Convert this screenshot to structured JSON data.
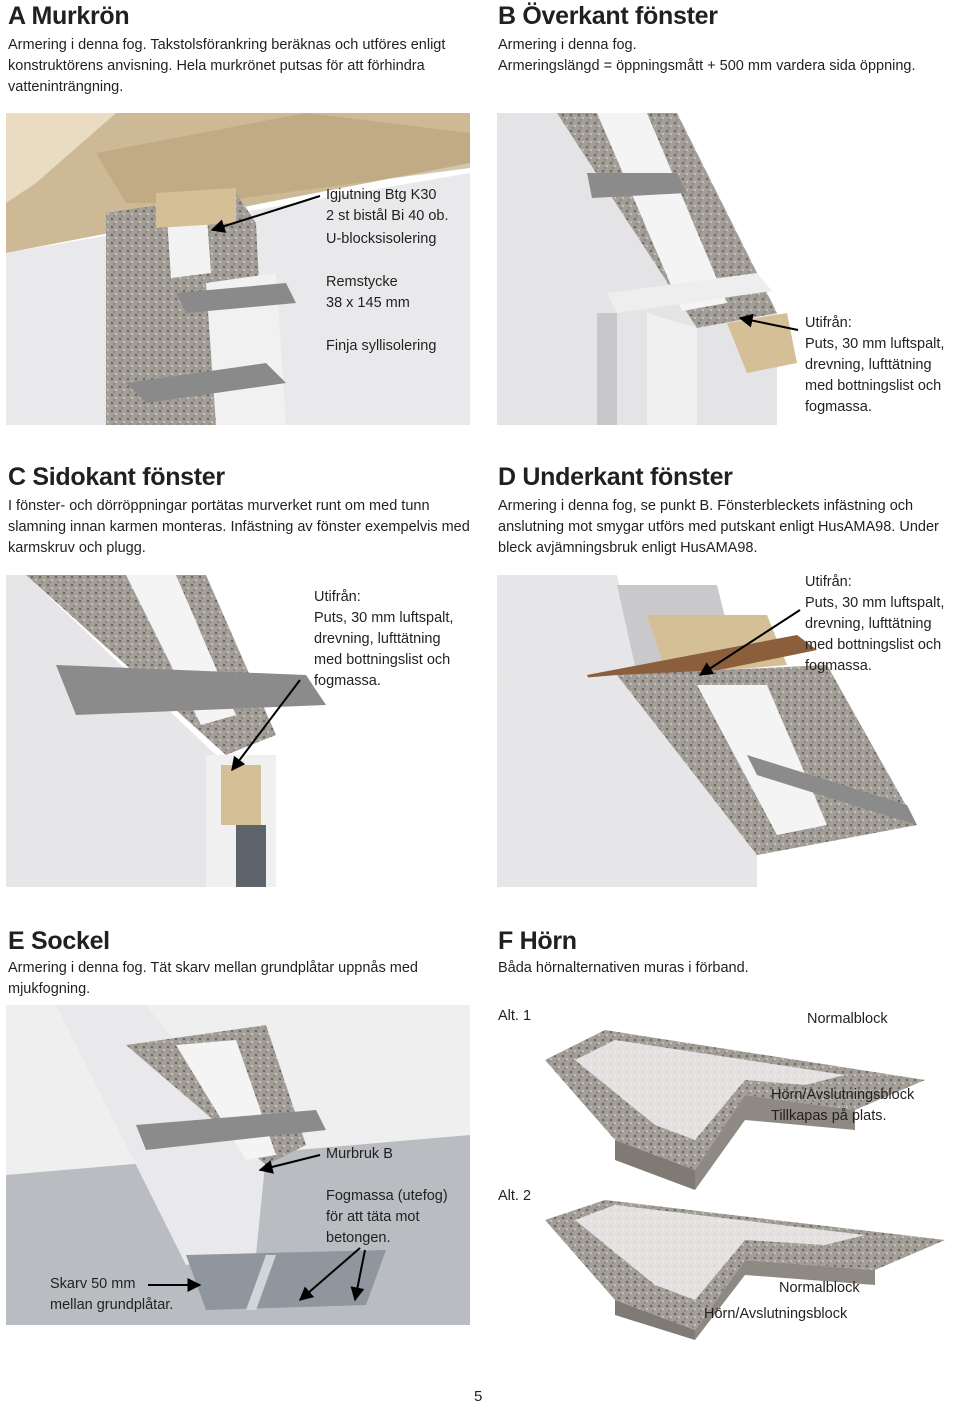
{
  "sections": {
    "a": {
      "title": "A Murkrön",
      "text": "Armering i denna fog. Takstolsförankring beräknas och utföres enligt konstruktörens anvisning. Hela murkrönet putsas för att förhindra vatteninträngning.",
      "labels": [
        "Igjutning Btg K30",
        "2 st bistål Bi 40 ob.",
        "U-blocksisolering",
        "Remstycke",
        "38 x 145 mm",
        "Finja syllisolering"
      ]
    },
    "b": {
      "title": "B Överkant fönster",
      "text_1": "Armering i denna fog.",
      "text_2": "Armeringslängd = öppningsmått + 500 mm vardera sida öppning.",
      "labels": [
        "Utifrån:",
        "Puts, 30 mm luftspalt,",
        "drevning, lufttätning",
        "med bottningslist och",
        "fogmassa."
      ]
    },
    "c": {
      "title": "C Sidokant fönster",
      "text": "I fönster- och dörröppningar portätas murverket runt om med tunn slamning innan karmen monteras. Infästning av fönster exempelvis med karmskruv och plugg.",
      "labels": [
        "Utifrån:",
        "Puts, 30 mm luftspalt,",
        "drevning, lufttätning",
        "med bottningslist och",
        "fogmassa."
      ]
    },
    "d": {
      "title": "D Underkant fönster",
      "text": "Armering i denna fog, se punkt B. Fönsterbleckets infästning och anslutning mot smygar utförs med putskant enligt HusAMA98. Under bleck avjämningsbruk enligt HusAMA98.",
      "labels": [
        "Utifrån:",
        "Puts, 30 mm luftspalt,",
        "drevning, lufttätning",
        "med bottningslist och",
        "fogmassa."
      ]
    },
    "e": {
      "title": "E Sockel",
      "text": "Armering i denna fog. Tät skarv mellan grundplåtar uppnås med mjukfogning.",
      "labels": [
        "Murbruk B",
        "Fogmassa (utefog)",
        "för att täta mot",
        "betongen.",
        "Skarv 50 mm",
        "mellan grundplåtar."
      ]
    },
    "f": {
      "title": "F Hörn",
      "text": "Båda hörnalternativen muras i förband.",
      "alt1": "Alt. 1",
      "alt2": "Alt. 2",
      "labels": [
        "Normalblock",
        "Hörn/Avslutningsblock",
        "Tillkapas på plats.",
        "Normalblock",
        "Hörn/Avslutningsblock"
      ]
    }
  },
  "page_number": "5",
  "colors": {
    "text": "#231f20",
    "wall": "#e8e8ea",
    "block": "#a9a59e",
    "insulation": "#f4f4f4",
    "timber": "#d3bd98",
    "mortar": "#808080",
    "plate": "#9aa3ab"
  }
}
